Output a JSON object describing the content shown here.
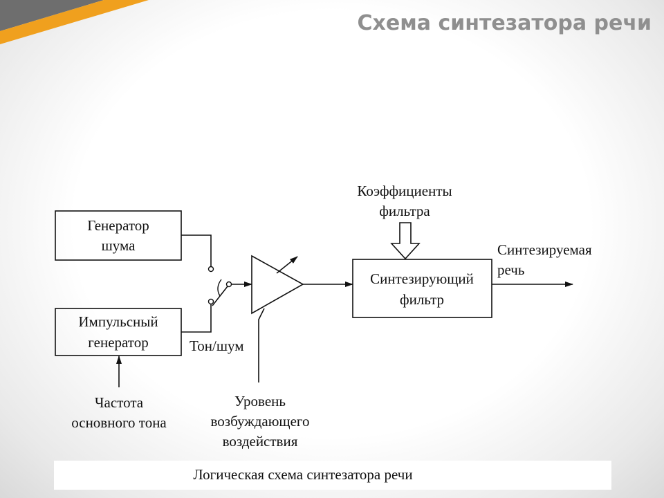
{
  "slide": {
    "title": "Схема синтезатора речи",
    "caption": "Логическая схема синтезатора речи"
  },
  "colors": {
    "title_gray": "#8f8f8f",
    "corner_gray": "#6e6e6e",
    "corner_orange": "#f0a01e",
    "line": "#111111"
  },
  "diagram": {
    "noise_generator": {
      "line1": "Генератор",
      "line2": "шума"
    },
    "pulse_generator": {
      "line1": "Импульсный",
      "line2": "генератор"
    },
    "synth_filter": {
      "line1": "Синтезирующий",
      "line2": "фильтр"
    },
    "filter_coefficients": {
      "line1": "Коэффициенты",
      "line2": "фильтра"
    },
    "output_speech": {
      "line1": "Синтезируемая",
      "line2": "речь"
    },
    "tone_noise_switch": "Тон/шум",
    "fundamental_freq": {
      "line1": "Частота",
      "line2": "основного тона"
    },
    "excitation_level": {
      "line1": "Уровень",
      "line2": "возбуждающего",
      "line3": "воздействия"
    }
  }
}
